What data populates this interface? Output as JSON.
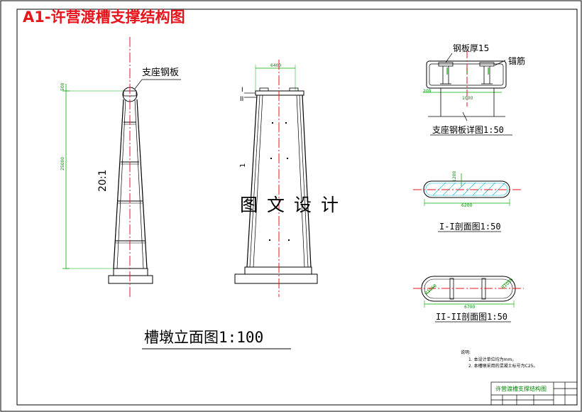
{
  "title": "A1-许营渡槽支撑结构图",
  "watermark": "图文设计",
  "elevation": {
    "caption": "槽墩立面图1:100",
    "support_plate_label": "支座钢板",
    "slope_label": "20:1",
    "height_dim": "25000",
    "top_dim": "500",
    "width_dim": "6400",
    "section_mark_1": "I",
    "section_mark_2": "II",
    "side_mark": "1"
  },
  "detail_plate": {
    "caption": "支座钢板详图1:50",
    "thickness_label": "钢板厚15",
    "anchor_label": "锚筋",
    "width_dim": "1000",
    "side_dim": "200"
  },
  "section_1": {
    "caption": "I-I剖面图1:50",
    "width_dim": "6200",
    "height_dim": "1200"
  },
  "section_2": {
    "caption": "II-II剖面图1:50",
    "width_dim": "6700",
    "left_dim": "R1050",
    "right_dim": "R1050"
  },
  "notes": {
    "heading": "说明:",
    "items": [
      "1. 本设计单位均为mm。",
      "2. 本槽墩采用的混凝土标号为C25。"
    ]
  },
  "title_block": {
    "drawing_name": "许营渡槽支撑结构图"
  },
  "colors": {
    "title": "#e8141b",
    "centerline": "#e8141b",
    "dimension": "#00aa00",
    "hatch": "#00b5d8",
    "line": "#000000"
  }
}
